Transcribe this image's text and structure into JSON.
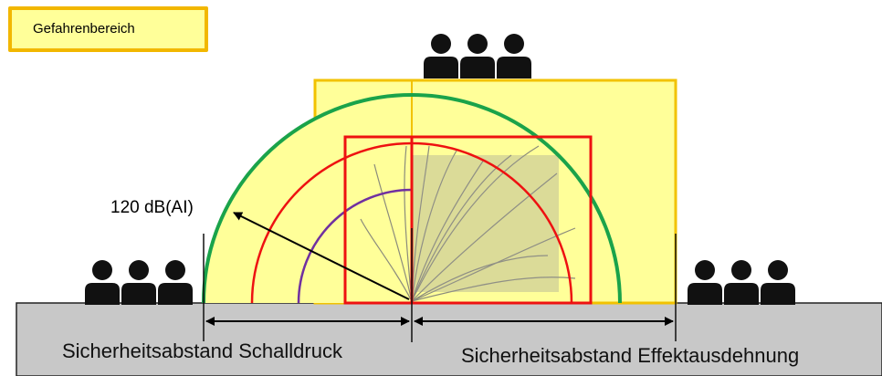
{
  "legend": {
    "label": "Gefahrenbereich",
    "fill": "#ffff99",
    "border": "#f2b700"
  },
  "labels": {
    "sound_level": "120 dB(AI)",
    "distance_sound_pressure": "Sicherheitsabstand Schalldruck",
    "distance_effect_extent": "Sicherheitsabstand Effektausdehnung"
  },
  "colors": {
    "ground": "#c8c8c8",
    "danger_zone": "#ffff99",
    "danger_zone_border": "#f2c200",
    "outer_arc": "#1aa34a",
    "middle_arc": "#ee1111",
    "inner_arc": "#7030a0",
    "effect_box": "#ee1111",
    "person": "#111111"
  },
  "icons": [
    "people-group-icon",
    "firework-effect-image",
    "double-arrow-icon"
  ],
  "people_groups": [
    "left",
    "top",
    "right"
  ]
}
